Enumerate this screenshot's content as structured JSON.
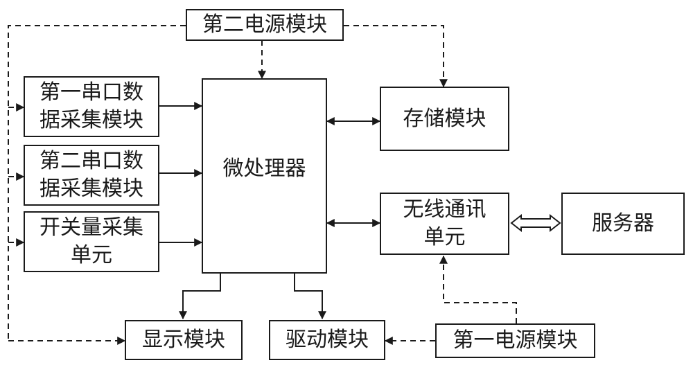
{
  "diagram": {
    "power2": "第二电源模块",
    "serial1": "第一串口数\n据采集模块",
    "serial2": "第二串口数\n据采集模块",
    "switch": "开关量采集\n单元",
    "mcu": "微处理器",
    "storage": "存储模块",
    "wireless": "无线通讯\n单元",
    "server": "服务器",
    "display": "显示模块",
    "driver": "驱动模块",
    "power1": "第一电源模块"
  },
  "colors": {
    "line": "#1a1a1a",
    "background": "#ffffff"
  }
}
